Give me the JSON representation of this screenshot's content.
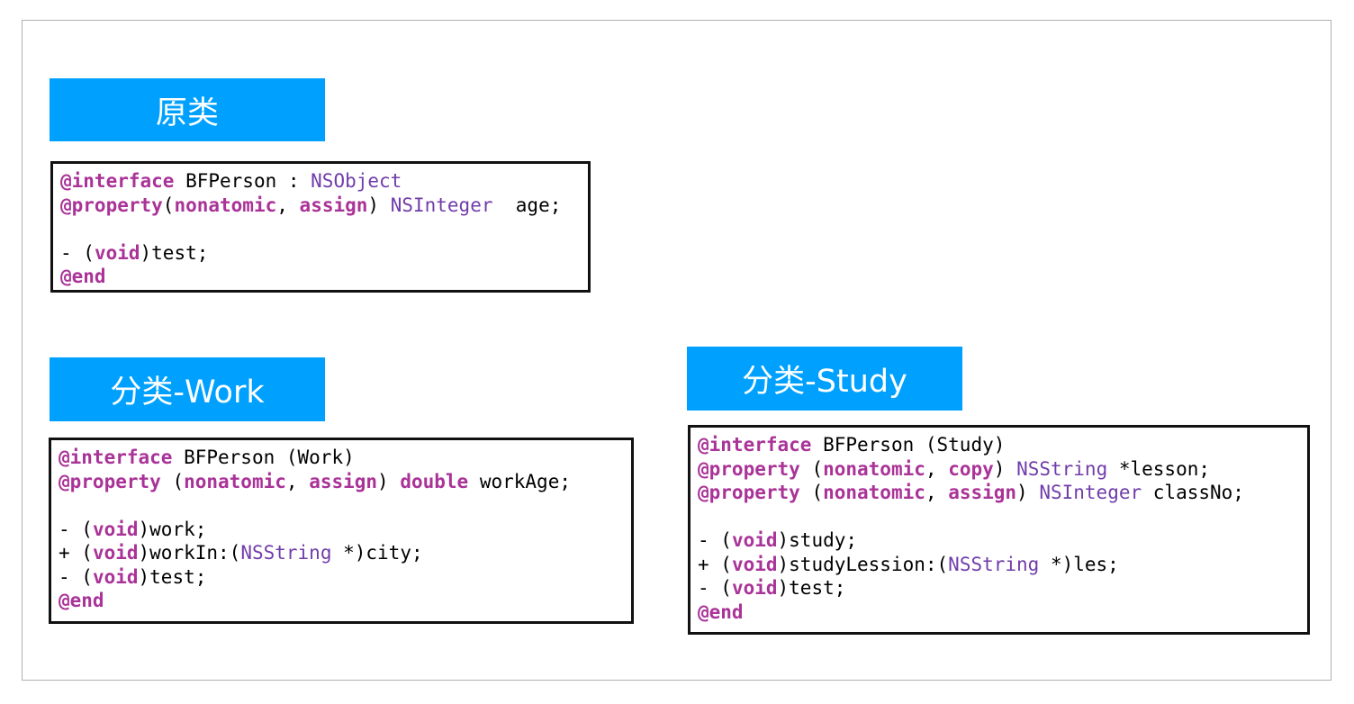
{
  "colors": {
    "title_bg": "#00a1fe",
    "keyword": "#aa3398",
    "type": "#703daa"
  },
  "sections": [
    {
      "id": "original",
      "title": "原类",
      "lines": [
        [
          {
            "t": "@interface",
            "k": "kw"
          },
          {
            "t": " BFPerson : ",
            "k": "pl"
          },
          {
            "t": "NSObject",
            "k": "ty"
          }
        ],
        [
          {
            "t": "@property",
            "k": "kw"
          },
          {
            "t": "(",
            "k": "pl"
          },
          {
            "t": "nonatomic",
            "k": "kw"
          },
          {
            "t": ", ",
            "k": "pl"
          },
          {
            "t": "assign",
            "k": "kw"
          },
          {
            "t": ") ",
            "k": "pl"
          },
          {
            "t": "NSInteger",
            "k": "ty"
          },
          {
            "t": "  age;",
            "k": "pl"
          }
        ],
        [],
        [
          {
            "t": "- (",
            "k": "pl"
          },
          {
            "t": "void",
            "k": "kw"
          },
          {
            "t": ")test;",
            "k": "pl"
          }
        ],
        [
          {
            "t": "@end",
            "k": "kw"
          }
        ]
      ]
    },
    {
      "id": "category-work",
      "title": "分类-Work",
      "lines": [
        [
          {
            "t": "@interface",
            "k": "kw"
          },
          {
            "t": " BFPerson (Work)",
            "k": "pl"
          }
        ],
        [
          {
            "t": "@property",
            "k": "kw"
          },
          {
            "t": " (",
            "k": "pl"
          },
          {
            "t": "nonatomic",
            "k": "kw"
          },
          {
            "t": ", ",
            "k": "pl"
          },
          {
            "t": "assign",
            "k": "kw"
          },
          {
            "t": ") ",
            "k": "pl"
          },
          {
            "t": "double",
            "k": "kw"
          },
          {
            "t": " workAge;",
            "k": "pl"
          }
        ],
        [],
        [
          {
            "t": "- (",
            "k": "pl"
          },
          {
            "t": "void",
            "k": "kw"
          },
          {
            "t": ")work;",
            "k": "pl"
          }
        ],
        [
          {
            "t": "+ (",
            "k": "pl"
          },
          {
            "t": "void",
            "k": "kw"
          },
          {
            "t": ")workIn:(",
            "k": "pl"
          },
          {
            "t": "NSString",
            "k": "ty"
          },
          {
            "t": " *)city;",
            "k": "pl"
          }
        ],
        [
          {
            "t": "- (",
            "k": "pl"
          },
          {
            "t": "void",
            "k": "kw"
          },
          {
            "t": ")test;",
            "k": "pl"
          }
        ],
        [
          {
            "t": "@end",
            "k": "kw"
          }
        ]
      ]
    },
    {
      "id": "category-study",
      "title": "分类-Study",
      "lines": [
        [
          {
            "t": "@interface",
            "k": "kw"
          },
          {
            "t": " BFPerson (Study)",
            "k": "pl"
          }
        ],
        [
          {
            "t": "@property",
            "k": "kw"
          },
          {
            "t": " (",
            "k": "pl"
          },
          {
            "t": "nonatomic",
            "k": "kw"
          },
          {
            "t": ", ",
            "k": "pl"
          },
          {
            "t": "copy",
            "k": "kw"
          },
          {
            "t": ") ",
            "k": "pl"
          },
          {
            "t": "NSString",
            "k": "ty"
          },
          {
            "t": " *lesson;",
            "k": "pl"
          }
        ],
        [
          {
            "t": "@property",
            "k": "kw"
          },
          {
            "t": " (",
            "k": "pl"
          },
          {
            "t": "nonatomic",
            "k": "kw"
          },
          {
            "t": ", ",
            "k": "pl"
          },
          {
            "t": "assign",
            "k": "kw"
          },
          {
            "t": ") ",
            "k": "pl"
          },
          {
            "t": "NSInteger",
            "k": "ty"
          },
          {
            "t": " classNo;",
            "k": "pl"
          }
        ],
        [],
        [
          {
            "t": "- (",
            "k": "pl"
          },
          {
            "t": "void",
            "k": "kw"
          },
          {
            "t": ")study;",
            "k": "pl"
          }
        ],
        [
          {
            "t": "+ (",
            "k": "pl"
          },
          {
            "t": "void",
            "k": "kw"
          },
          {
            "t": ")studyLession:(",
            "k": "pl"
          },
          {
            "t": "NSString",
            "k": "ty"
          },
          {
            "t": " *)les;",
            "k": "pl"
          }
        ],
        [
          {
            "t": "- (",
            "k": "pl"
          },
          {
            "t": "void",
            "k": "kw"
          },
          {
            "t": ")test;",
            "k": "pl"
          }
        ],
        [
          {
            "t": "@end",
            "k": "kw"
          }
        ]
      ]
    }
  ]
}
